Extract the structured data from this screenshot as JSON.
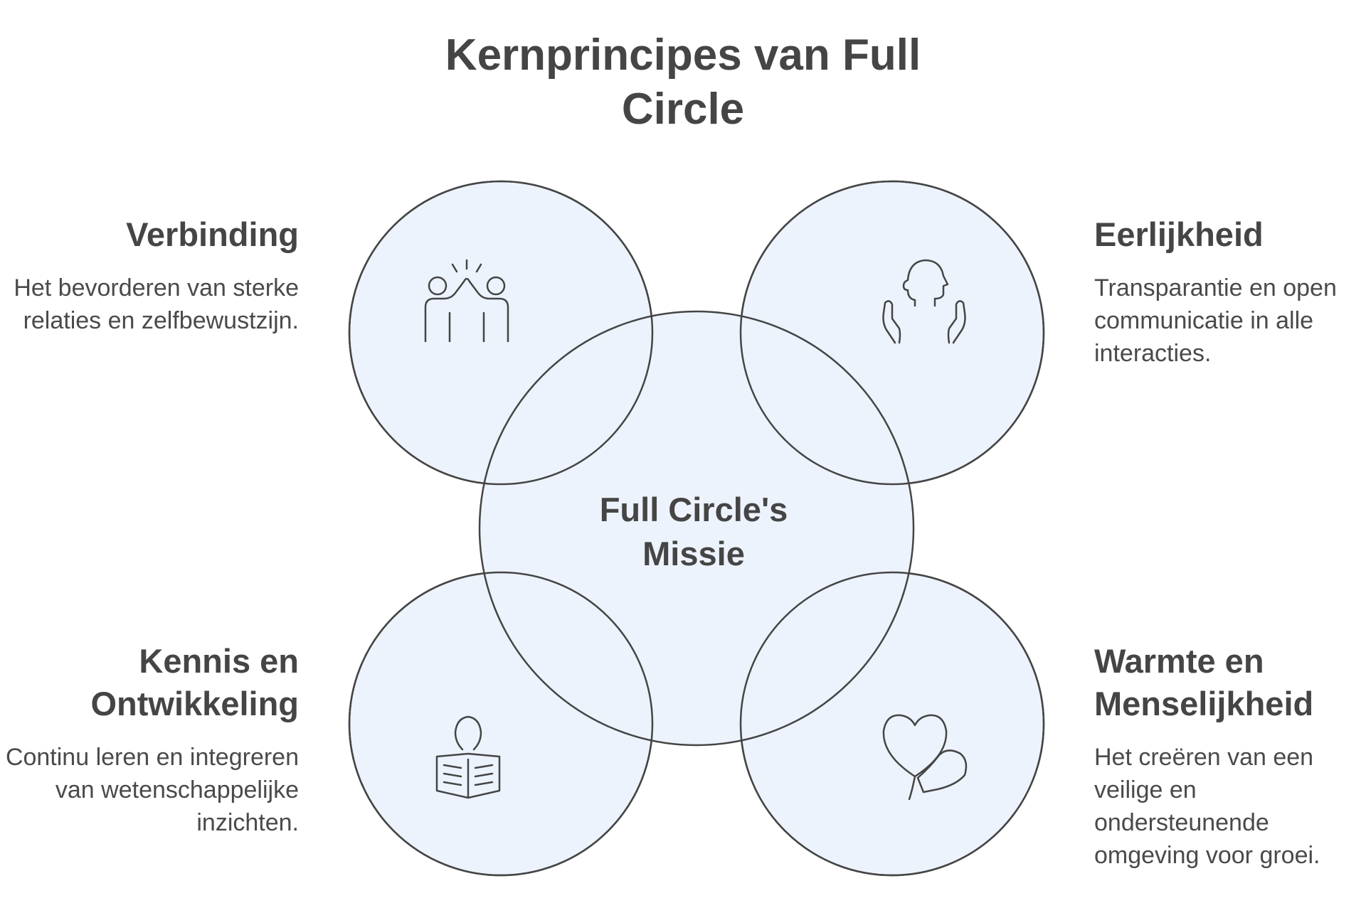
{
  "title": "Kernprincipes van Full Circle",
  "center": {
    "line1": "Full Circle's",
    "line2": "Missie"
  },
  "principles": [
    {
      "heading": "Verbinding",
      "description": "Het bevorderen van sterke relaties en zelfbewustzijn.",
      "icon": "high-five-icon"
    },
    {
      "heading": "Eerlijkheid",
      "description": "Transparantie en open communicatie in alle interacties.",
      "icon": "person-hands-icon"
    },
    {
      "heading": "Kennis en Ontwikkeling",
      "description": "Continu leren en integreren van wetenschappelijke inzichten.",
      "icon": "reading-book-icon"
    },
    {
      "heading": "Warmte en Menselijkheid",
      "description": "Het creëren van een veilige en ondersteunende omgeving voor groei.",
      "icon": "hearts-icon"
    }
  ],
  "colors": {
    "circle_fill": "#edf3fd",
    "stroke": "#454545",
    "text": "#454545"
  }
}
